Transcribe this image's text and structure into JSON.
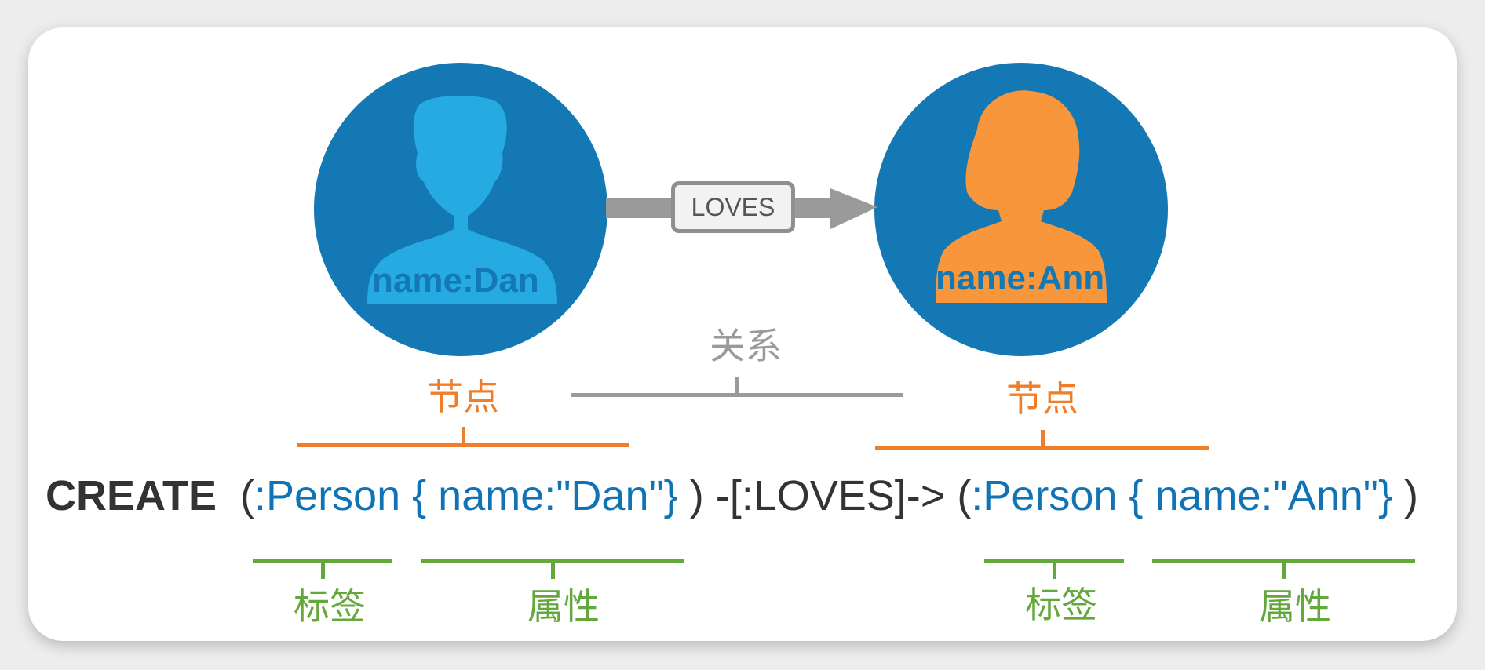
{
  "diagram": {
    "colors": {
      "node_circle": "#1378b4",
      "man_silhouette": "#25abe2",
      "woman_silhouette": "#f7963a",
      "arrow": "#9a9a9a",
      "node_label": "#f07d2a",
      "relation_label": "#9a9a9a",
      "green_label": "#64a83c",
      "code_blue": "#1073b5",
      "code_dark": "#333333"
    },
    "nodes": [
      {
        "name_text": "name:Dan",
        "icon": "man-silhouette-icon"
      },
      {
        "name_text": "name:Ann",
        "icon": "woman-silhouette-icon"
      }
    ],
    "relationship": {
      "label": "LOVES",
      "caption": "关系"
    },
    "node_captions": [
      "节点",
      "节点"
    ],
    "code": {
      "keyword": "CREATE",
      "open1": "(",
      "label1": ":Person",
      "props1": "{ name:\"Dan\"}",
      "close1": ")",
      "rel": " -[:LOVES]-> ",
      "open2": "(",
      "label2": ":Person",
      "props2": "{ name:\"Ann\"}",
      "close2": ")"
    },
    "code_annotations": [
      "标签",
      "属性",
      "标签",
      "属性"
    ]
  }
}
